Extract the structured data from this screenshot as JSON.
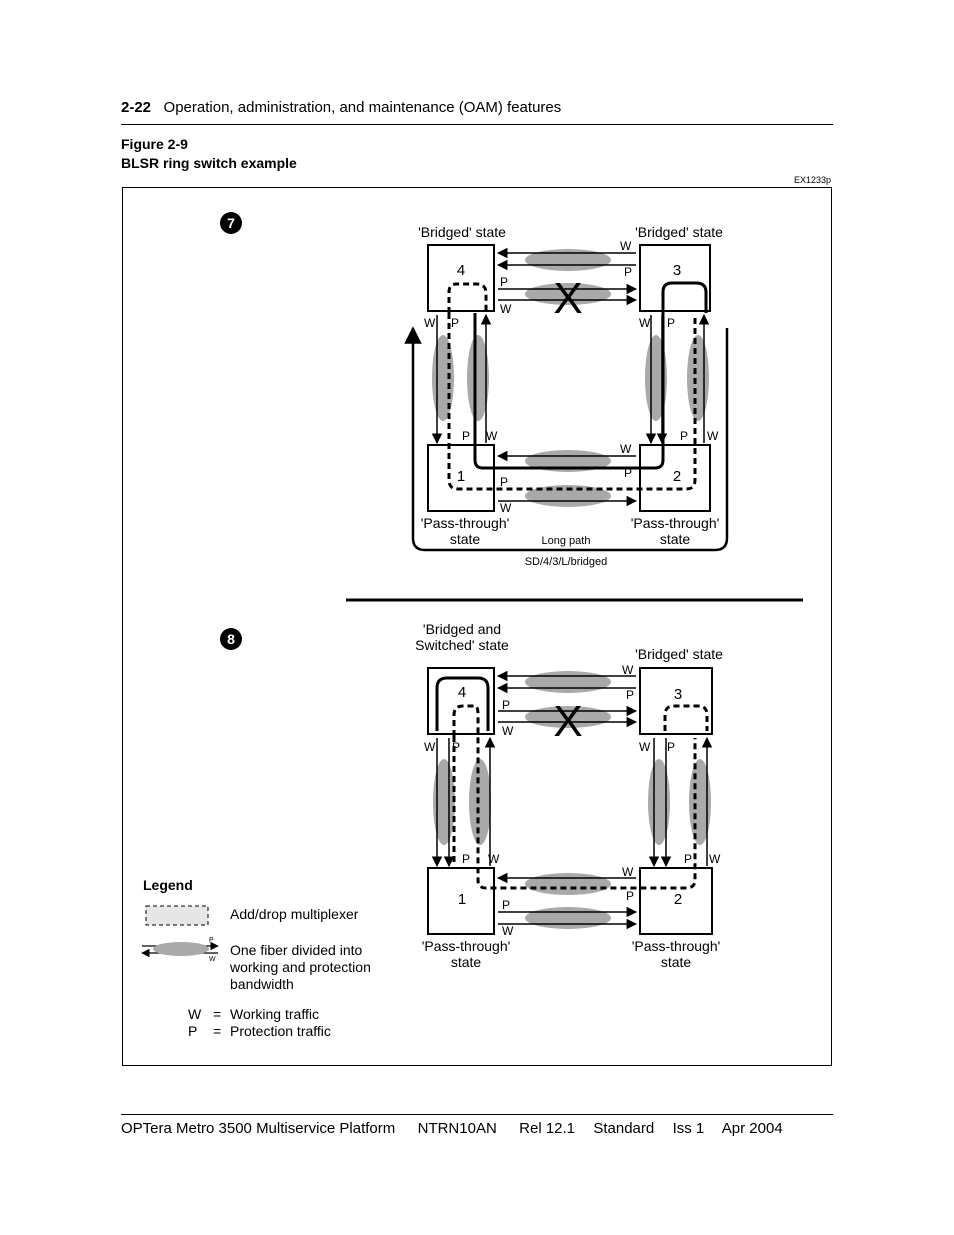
{
  "header": {
    "page_number": "2-22",
    "section_title": "Operation, administration, and maintenance (OAM) features"
  },
  "figure": {
    "number": "Figure 2-9",
    "title": "BLSR ring switch example",
    "code": "EX1233p"
  },
  "diagram7": {
    "step": "7",
    "state_4": "'Bridged' state",
    "state_3": "'Bridged' state",
    "state_1_line1": "'Pass-through'",
    "state_1_line2": "state",
    "state_2_line1": "'Pass-through'",
    "state_2_line2": "state",
    "node_4": "4",
    "node_3": "3",
    "node_1": "1",
    "node_2": "2",
    "long_path": "Long path",
    "route": "SD/4/3/L/bridged",
    "fail_mark": "X",
    "w": "W",
    "p": "P"
  },
  "diagram8": {
    "step": "8",
    "state_4_line1": "'Bridged and",
    "state_4_line2": "Switched' state",
    "state_3": "'Bridged' state",
    "state_1_line1": "'Pass-through'",
    "state_1_line2": "state",
    "state_2_line1": "'Pass-through'",
    "state_2_line2": "state",
    "node_4": "4",
    "node_3": "3",
    "node_1": "1",
    "node_2": "2",
    "fail_mark": "X",
    "w": "W",
    "p": "P"
  },
  "legend": {
    "title": "Legend",
    "adm": "Add/drop multiplexer",
    "fiber_line1": "One fiber divided into",
    "fiber_line2": "working and protection",
    "fiber_line3": "bandwidth",
    "fiber_p": "P",
    "fiber_w": "W",
    "w_symbol": "W",
    "p_symbol": "P",
    "eq": "=",
    "w_text": "Working traffic",
    "p_text": "Protection traffic"
  },
  "footer": {
    "product": "OPTera Metro 3500 Multiservice Platform",
    "doc_number": "NTRN10AN",
    "release": "Rel 12.1",
    "status": "Standard",
    "issue": "Iss 1",
    "date": "Apr 2004"
  },
  "colors": {
    "fiber": "#a9a9a9",
    "adm_fill": "#e6e6e6",
    "line": "#000000"
  }
}
